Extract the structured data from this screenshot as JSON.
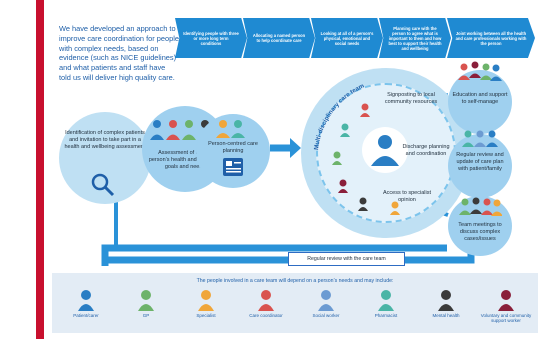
{
  "intro": "We have developed an approach to improve care coordination for people with complex needs, based on evidence (such as NICE guidelines) and what patients and staff have told us will deliver high quality care.",
  "steps": [
    "Identifying people with three or more long term conditions",
    "Allocating a named person to help coordinate care",
    "Looking at all of a person’s physical, emotional and social needs",
    "Planning care with the person to agree what is important to them and how best to support their health and wellbeing",
    "Joint working between all the health and care professionals working with the person"
  ],
  "process": {
    "identification": "Identification of complex patients and invitation to take part in a health and wellbeing assessment",
    "assessment": "Assessment of all of a person’s health and wellbeing goals and needs",
    "care_planning": "Person-centred care planning"
  },
  "team": {
    "arc_label": "Multi-disciplinary care team",
    "signposting": "Signposting to local community resources",
    "discharge": "Discharge planning and coordination",
    "access": "Access to specialist opinion"
  },
  "outcomes": {
    "education": "Education and support to self-manage",
    "review": "Regular review and update of care plan with patient/family",
    "meetings": "Team meetings to discuss complex cases/issues"
  },
  "regular_review": "Regular review with the care team",
  "people_title": "The people involved in a care team will depend on a person’s needs and may include:",
  "people": [
    {
      "label": "Patient/carer",
      "color": "#2a7ec4"
    },
    {
      "label": "GP",
      "color": "#6db36a"
    },
    {
      "label": "Specialist",
      "color": "#f0a63a"
    },
    {
      "label": "Care coordinator",
      "color": "#d9534f"
    },
    {
      "label": "Social worker",
      "color": "#6c9bd2"
    },
    {
      "label": "Pharmacist",
      "color": "#4ab5a6"
    },
    {
      "label": "Mental health",
      "color": "#3b3b3b"
    },
    {
      "label": "Voluntary and community support worker",
      "color": "#8a1f3a"
    }
  ]
}
